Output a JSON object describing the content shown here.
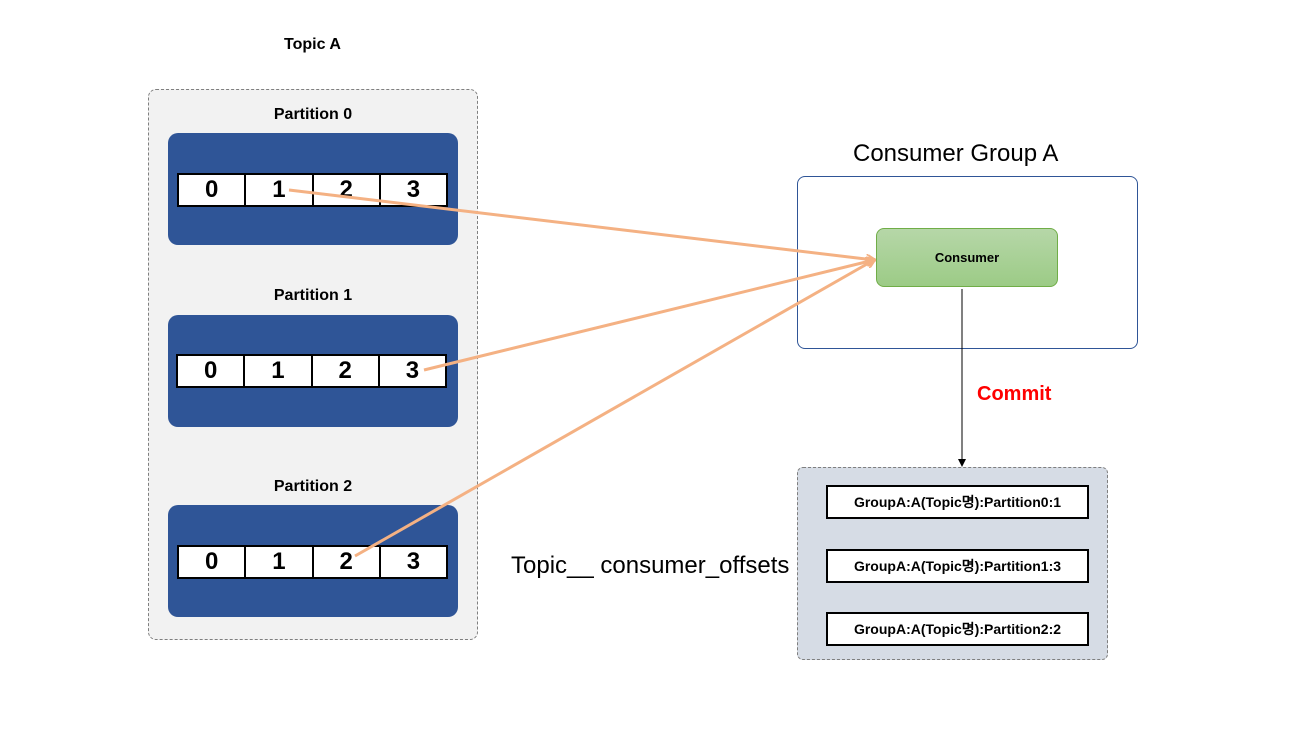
{
  "topic_title": "Topic A",
  "partitions": [
    {
      "label": "Partition 0",
      "offsets": [
        "0",
        "1",
        "2",
        "3"
      ]
    },
    {
      "label": "Partition 1",
      "offsets": [
        "0",
        "1",
        "2",
        "3"
      ]
    },
    {
      "label": "Partition 2",
      "offsets": [
        "0",
        "1",
        "2",
        "3"
      ]
    }
  ],
  "consumer_group": {
    "title": "Consumer Group A",
    "consumer_label": "Consumer"
  },
  "commit_label": "Commit",
  "offsets_topic": {
    "label": "Topic__ consumer_offsets",
    "entries": [
      "GroupA:A(Topic명):Partition0:1",
      "GroupA:A(Topic명):Partition1:3",
      "GroupA:A(Topic명):Partition2:2"
    ]
  },
  "colors": {
    "arrow": "#f4b183",
    "commit": "#ff0000",
    "partition_bg": "#2f5597",
    "consumer": "#a9d18e"
  }
}
